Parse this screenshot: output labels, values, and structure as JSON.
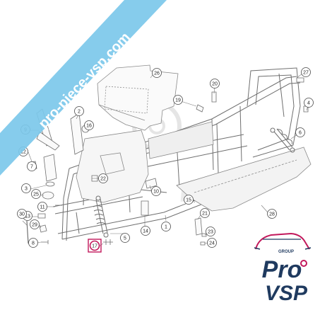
{
  "banner": {
    "text": "pro-piece-vsp.com",
    "color": "#7cc8ea"
  },
  "watermark": {
    "text": "Pro VSP",
    "color": "#d9d9d9"
  },
  "logo": {
    "group_text": "GROUP",
    "line1": "Pro",
    "line2": "VSP",
    "accent": "#c2185b",
    "dark": "#1f3a5f"
  },
  "parts": [
    {
      "id": "p1",
      "label": "1"
    },
    {
      "id": "p2",
      "label": "2"
    },
    {
      "id": "p3",
      "label": "3"
    },
    {
      "id": "p4",
      "label": "4"
    },
    {
      "id": "p5",
      "label": "5"
    },
    {
      "id": "p6",
      "label": "6"
    },
    {
      "id": "p7",
      "label": "7"
    },
    {
      "id": "p8",
      "label": "8"
    },
    {
      "id": "p9",
      "label": "9"
    },
    {
      "id": "p10",
      "label": "10"
    },
    {
      "id": "p11",
      "label": "11"
    },
    {
      "id": "p12",
      "label": "12"
    },
    {
      "id": "p13",
      "label": "13"
    },
    {
      "id": "p14",
      "label": "14"
    },
    {
      "id": "p15",
      "label": "15"
    },
    {
      "id": "p16",
      "label": "16"
    },
    {
      "id": "p17",
      "label": "17",
      "highlight": true,
      "highlight_color": "#c2185b"
    },
    {
      "id": "p19",
      "label": "19"
    },
    {
      "id": "p20",
      "label": "20"
    },
    {
      "id": "p21",
      "label": "21"
    },
    {
      "id": "p22",
      "label": "22"
    },
    {
      "id": "p23",
      "label": "23"
    },
    {
      "id": "p24",
      "label": "24"
    },
    {
      "id": "p25",
      "label": "25"
    },
    {
      "id": "p26",
      "label": "26"
    },
    {
      "id": "p27",
      "label": "27"
    },
    {
      "id": "p28",
      "label": "28"
    },
    {
      "id": "p29",
      "label": "29"
    },
    {
      "id": "p30",
      "label": "30"
    }
  ]
}
